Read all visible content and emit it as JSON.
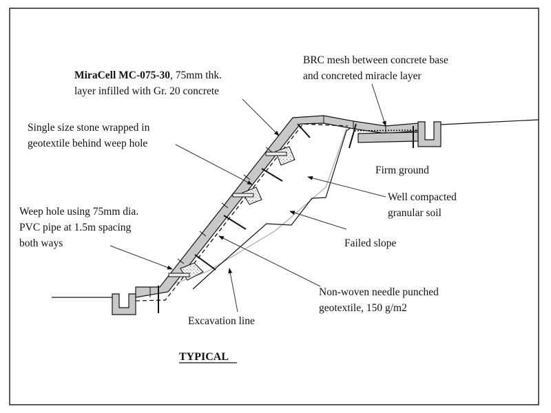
{
  "title": "TYPICAL",
  "labels": {
    "miracell_bold": "MiraCell MC-075-30",
    "miracell_rest": ", 75mm thk.",
    "miracell_line2": "layer infilled with Gr. 20 concrete",
    "stone_line1": "Single size stone wrapped in",
    "stone_line2": "geotextile behind weep hole",
    "weep_line1": "Weep hole using 75mm dia.",
    "weep_line2": "PVC pipe  at 1.5m spacing",
    "weep_line3": "both ways",
    "brc_line1": "BRC mesh between concrete base",
    "brc_line2": "and concreted miracle layer",
    "firm_ground": "Firm ground",
    "compacted_line1": "Well compacted",
    "compacted_line2": "granular soil",
    "failed_slope": "Failed slope",
    "geotextile_line1": "Non-woven needle punched",
    "geotextile_line2": "geotextile, 150 g/m2",
    "excavation_line": "Excavation line"
  },
  "colors": {
    "concrete": "#c8c8c8",
    "line": "#111111",
    "failed_slope": "#aaaaaa"
  }
}
